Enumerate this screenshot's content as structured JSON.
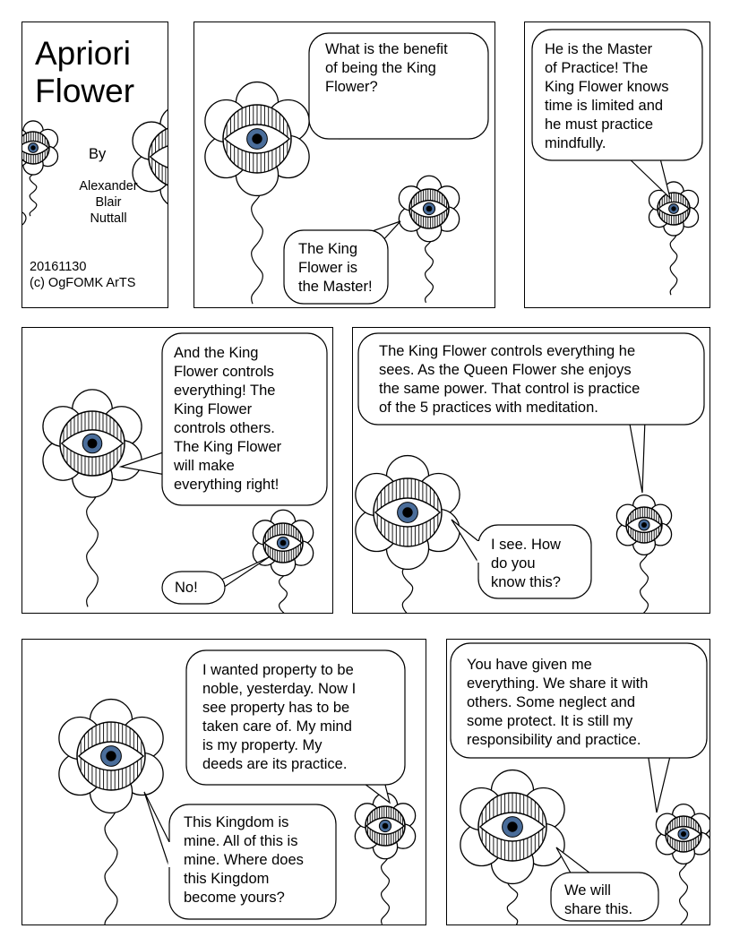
{
  "cover": {
    "title": "Apriori\nFlower",
    "by": "By",
    "author": "Alexander\nBlair\nNuttall",
    "date": "20161130",
    "copyright": "(c) OgFOMK ArTS"
  },
  "panels": [
    {
      "id": 2,
      "bubbles": [
        {
          "text": "What is the benefit\nof being the King\nFlower?"
        },
        {
          "text": "The King\nFlower is\nthe Master!"
        }
      ]
    },
    {
      "id": 3,
      "bubbles": [
        {
          "text": "He is the Master\nof Practice! The\nKing Flower knows\ntime is limited and\nhe must practice\nmindfully."
        }
      ]
    },
    {
      "id": 4,
      "bubbles": [
        {
          "text": "And the King\nFlower controls\neverything! The\nKing Flower\ncontrols others.\nThe King Flower\nwill make\neverything right!"
        },
        {
          "text": "No!"
        }
      ]
    },
    {
      "id": 5,
      "bubbles": [
        {
          "text": "The King Flower controls everything he\nsees. As the Queen Flower she enjoys\nthe same power. That control is practice\nof the 5 practices with meditation."
        },
        {
          "text": "I see. How\ndo you\nknow this?"
        }
      ]
    },
    {
      "id": 6,
      "bubbles": [
        {
          "text": "I wanted property to be\nnoble, yesterday. Now I\nsee property has to be\ntaken care of. My mind\nis my property. My\ndeeds are its practice."
        },
        {
          "text": "This Kingdom is\nmine. All of this is\nmine. Where does\nthis Kingdom\nbecome yours?"
        }
      ]
    },
    {
      "id": 7,
      "bubbles": [
        {
          "text": "You have given me\neverything. We share it with\nothers. Some neglect and\nsome protect. It is still my\nresponsibility and practice."
        },
        {
          "text": "We will\nshare this."
        }
      ]
    }
  ]
}
